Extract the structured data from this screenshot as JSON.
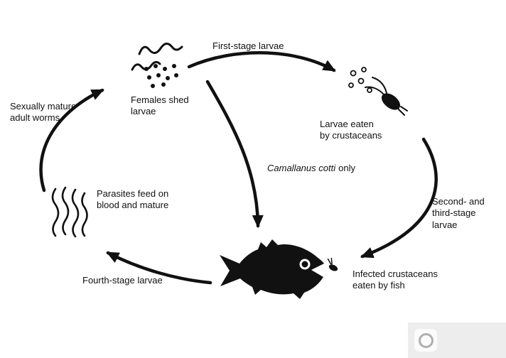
{
  "diagram": {
    "colors": {
      "ink": "#111111",
      "background": "#ffffff",
      "watermark_bg": "#d9d9d9"
    },
    "labels": {
      "first_stage": [
        "First-stage larvae"
      ],
      "females_shed": [
        "Females shed",
        "larvae"
      ],
      "sexually_mature": [
        "Sexually mature",
        "adult worms"
      ],
      "larvae_eaten": [
        "Larvae eaten",
        "by crustaceans"
      ],
      "camallanus_species": "Camallanus cotti",
      "camallanus_suffix": "only",
      "second_third": [
        "Second- and",
        "third-stage",
        "larvae"
      ],
      "parasites_feed": [
        "Parasites feed on",
        "blood and mature"
      ],
      "infected_crustaceans": [
        "Infected crustaceans",
        "eaten by fish"
      ],
      "fourth_stage": [
        "Fourth-stage larvae"
      ]
    },
    "icons": {
      "adult_worms": "wavy-worm-lines",
      "shed_larvae": "solid-dot-cluster",
      "free_larvae": "hollow-dot-cluster",
      "crustacean": "copepod-silhouette",
      "fish": "fish-silhouette",
      "juvenile_worms": "vertical-wavy-worm-lines",
      "small_crustacean": "tiny-copepod-silhouette",
      "watermark": "rounded-square-logo"
    }
  }
}
